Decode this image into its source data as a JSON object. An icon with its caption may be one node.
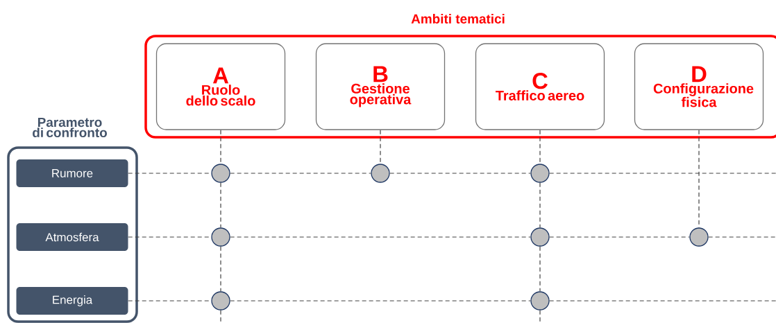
{
  "diagram": {
    "nodes": [
      {
        "text": [
          "Ambiti tematici"
        ]
      },
      {
        "text": [
          "A",
          "Ruolo dello scalo"
        ],
        "in": 0
      },
      {
        "text": [
          "B",
          "Gestione operativa"
        ],
        "in": 0
      },
      {
        "text": [
          "C",
          "Traffico aereo"
        ],
        "in": 0
      },
      {
        "text": [
          "D",
          "Configurazione fisica"
        ],
        "in": 0
      },
      {
        "text": [
          "Parametro di confronto"
        ]
      },
      {
        "text": [
          "Rumore"
        ],
        "in": 5
      },
      {
        "text": [
          "Atmosfera"
        ],
        "in": 5
      },
      {
        "text": [
          "Energia"
        ],
        "in": 5
      },
      {
        "text": [],
        "shape": "circle"
      },
      {
        "text": [],
        "shape": "circle"
      },
      {
        "text": [],
        "shape": "circle"
      },
      {
        "text": [],
        "shape": "circle"
      },
      {
        "text": [],
        "shape": "circle"
      },
      {
        "text": [],
        "shape": "circle"
      },
      {
        "text": [],
        "shape": "circle"
      },
      {
        "text": [],
        "shape": "circle"
      }
    ],
    "edges": [
      {
        "from": 6,
        "to": 9,
        "arrow": "none",
        "style": "dashed"
      },
      {
        "from": 9,
        "to": 10,
        "arrow": "none",
        "style": "dashed"
      },
      {
        "from": 10,
        "to": 11,
        "arrow": "none",
        "style": "dashed"
      },
      {
        "from": 11,
        "to": null,
        "arrow": "none",
        "style": "dashed"
      },
      {
        "from": 7,
        "to": 12,
        "arrow": "none",
        "style": "dashed"
      },
      {
        "from": 12,
        "to": 13,
        "arrow": "none",
        "style": "dashed"
      },
      {
        "from": 13,
        "to": 14,
        "arrow": "none",
        "style": "dashed"
      },
      {
        "from": 14,
        "to": null,
        "arrow": "none",
        "style": "dashed"
      },
      {
        "from": 8,
        "to": 15,
        "arrow": "none",
        "style": "dashed"
      },
      {
        "from": 15,
        "to": 16,
        "arrow": "none",
        "style": "dashed"
      },
      {
        "from": 16,
        "to": null,
        "arrow": "none",
        "style": "dashed"
      },
      {
        "from": 1,
        "to": 9,
        "arrow": "none",
        "style": "dashed"
      },
      {
        "from": 9,
        "to": 12,
        "arrow": "none",
        "style": "dashed"
      },
      {
        "from": 12,
        "to": 15,
        "arrow": "none",
        "style": "dashed"
      },
      {
        "from": 15,
        "to": null,
        "arrow": "none",
        "style": "dashed"
      },
      {
        "from": 2,
        "to": 10,
        "arrow": "none",
        "style": "dashed"
      },
      {
        "from": 3,
        "to": 11,
        "arrow": "none",
        "style": "dashed"
      },
      {
        "from": 11,
        "to": 13,
        "arrow": "none",
        "style": "dashed"
      },
      {
        "from": 13,
        "to": 16,
        "arrow": "none",
        "style": "dashed"
      },
      {
        "from": 16,
        "to": null,
        "arrow": "none",
        "style": "dashed"
      },
      {
        "from": 4,
        "to": 14,
        "arrow": "none",
        "style": "dashed"
      }
    ]
  }
}
